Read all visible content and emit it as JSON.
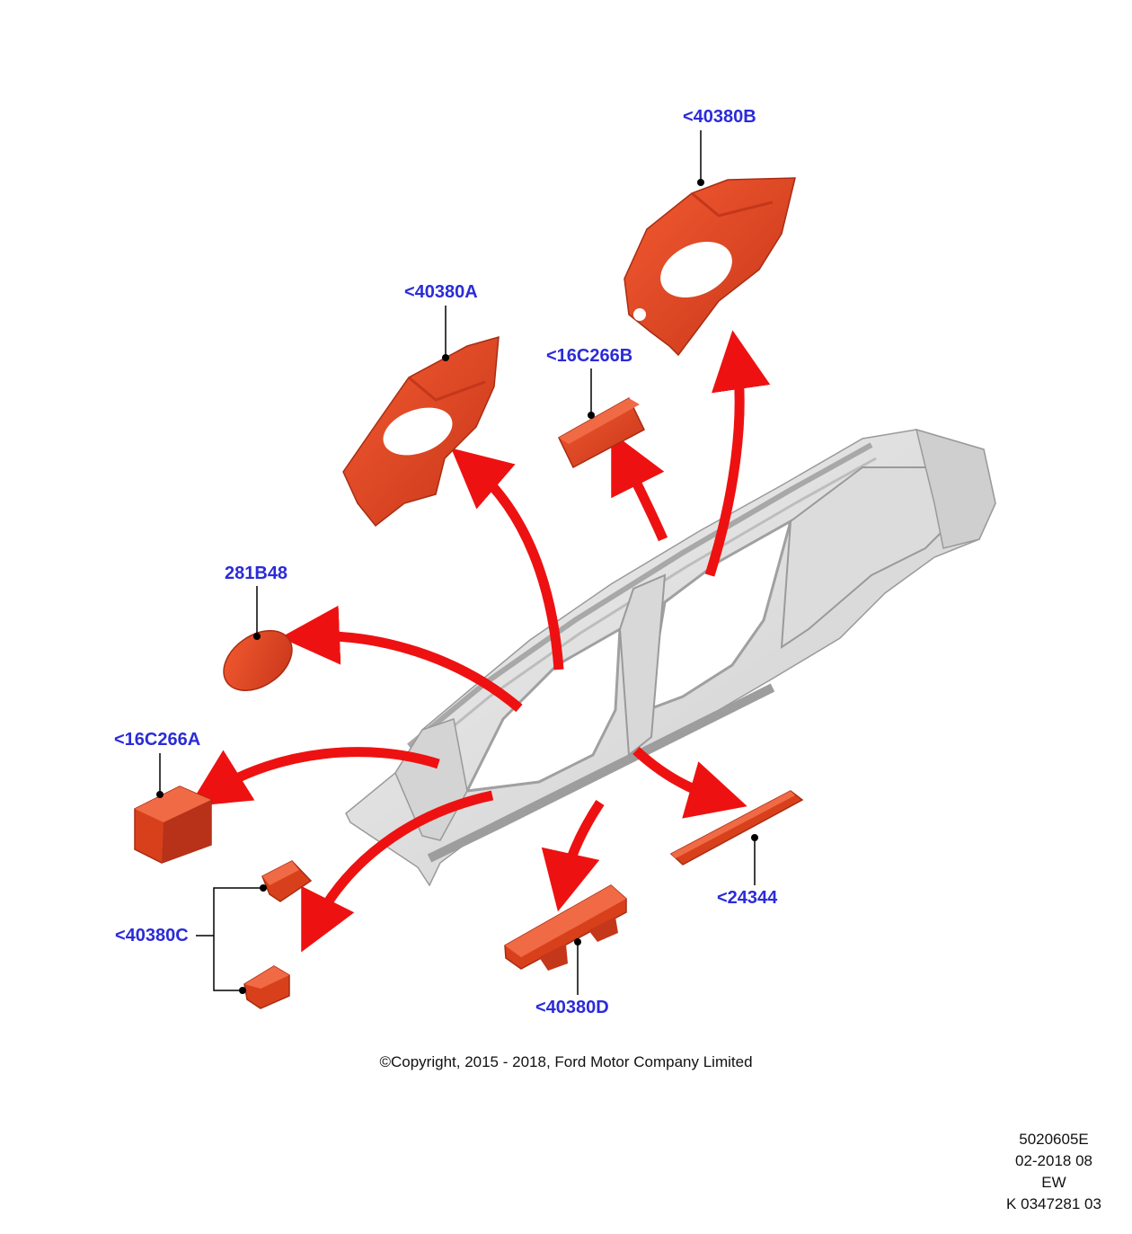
{
  "callouts": {
    "p40380B": "<40380B",
    "p40380A": "<40380A",
    "p16C266B": "<16C266B",
    "p281B48": "281B48",
    "p16C266A": "<16C266A",
    "p40380C": "<40380C",
    "p40380D": "<40380D",
    "p24344": "<24344"
  },
  "meta": {
    "code": "5020605E",
    "date": "02-2018 08",
    "region": "EW",
    "ref": "K 0347281 03"
  },
  "copyright": "©Copyright, 2015 - 2018, Ford Motor Company Limited",
  "colors": {
    "callout": "#2b2bd9",
    "part": "#e8401e",
    "part_dark": "#b92d12",
    "arrow": "#ee1111",
    "body_shell": "#e4e4e4"
  }
}
